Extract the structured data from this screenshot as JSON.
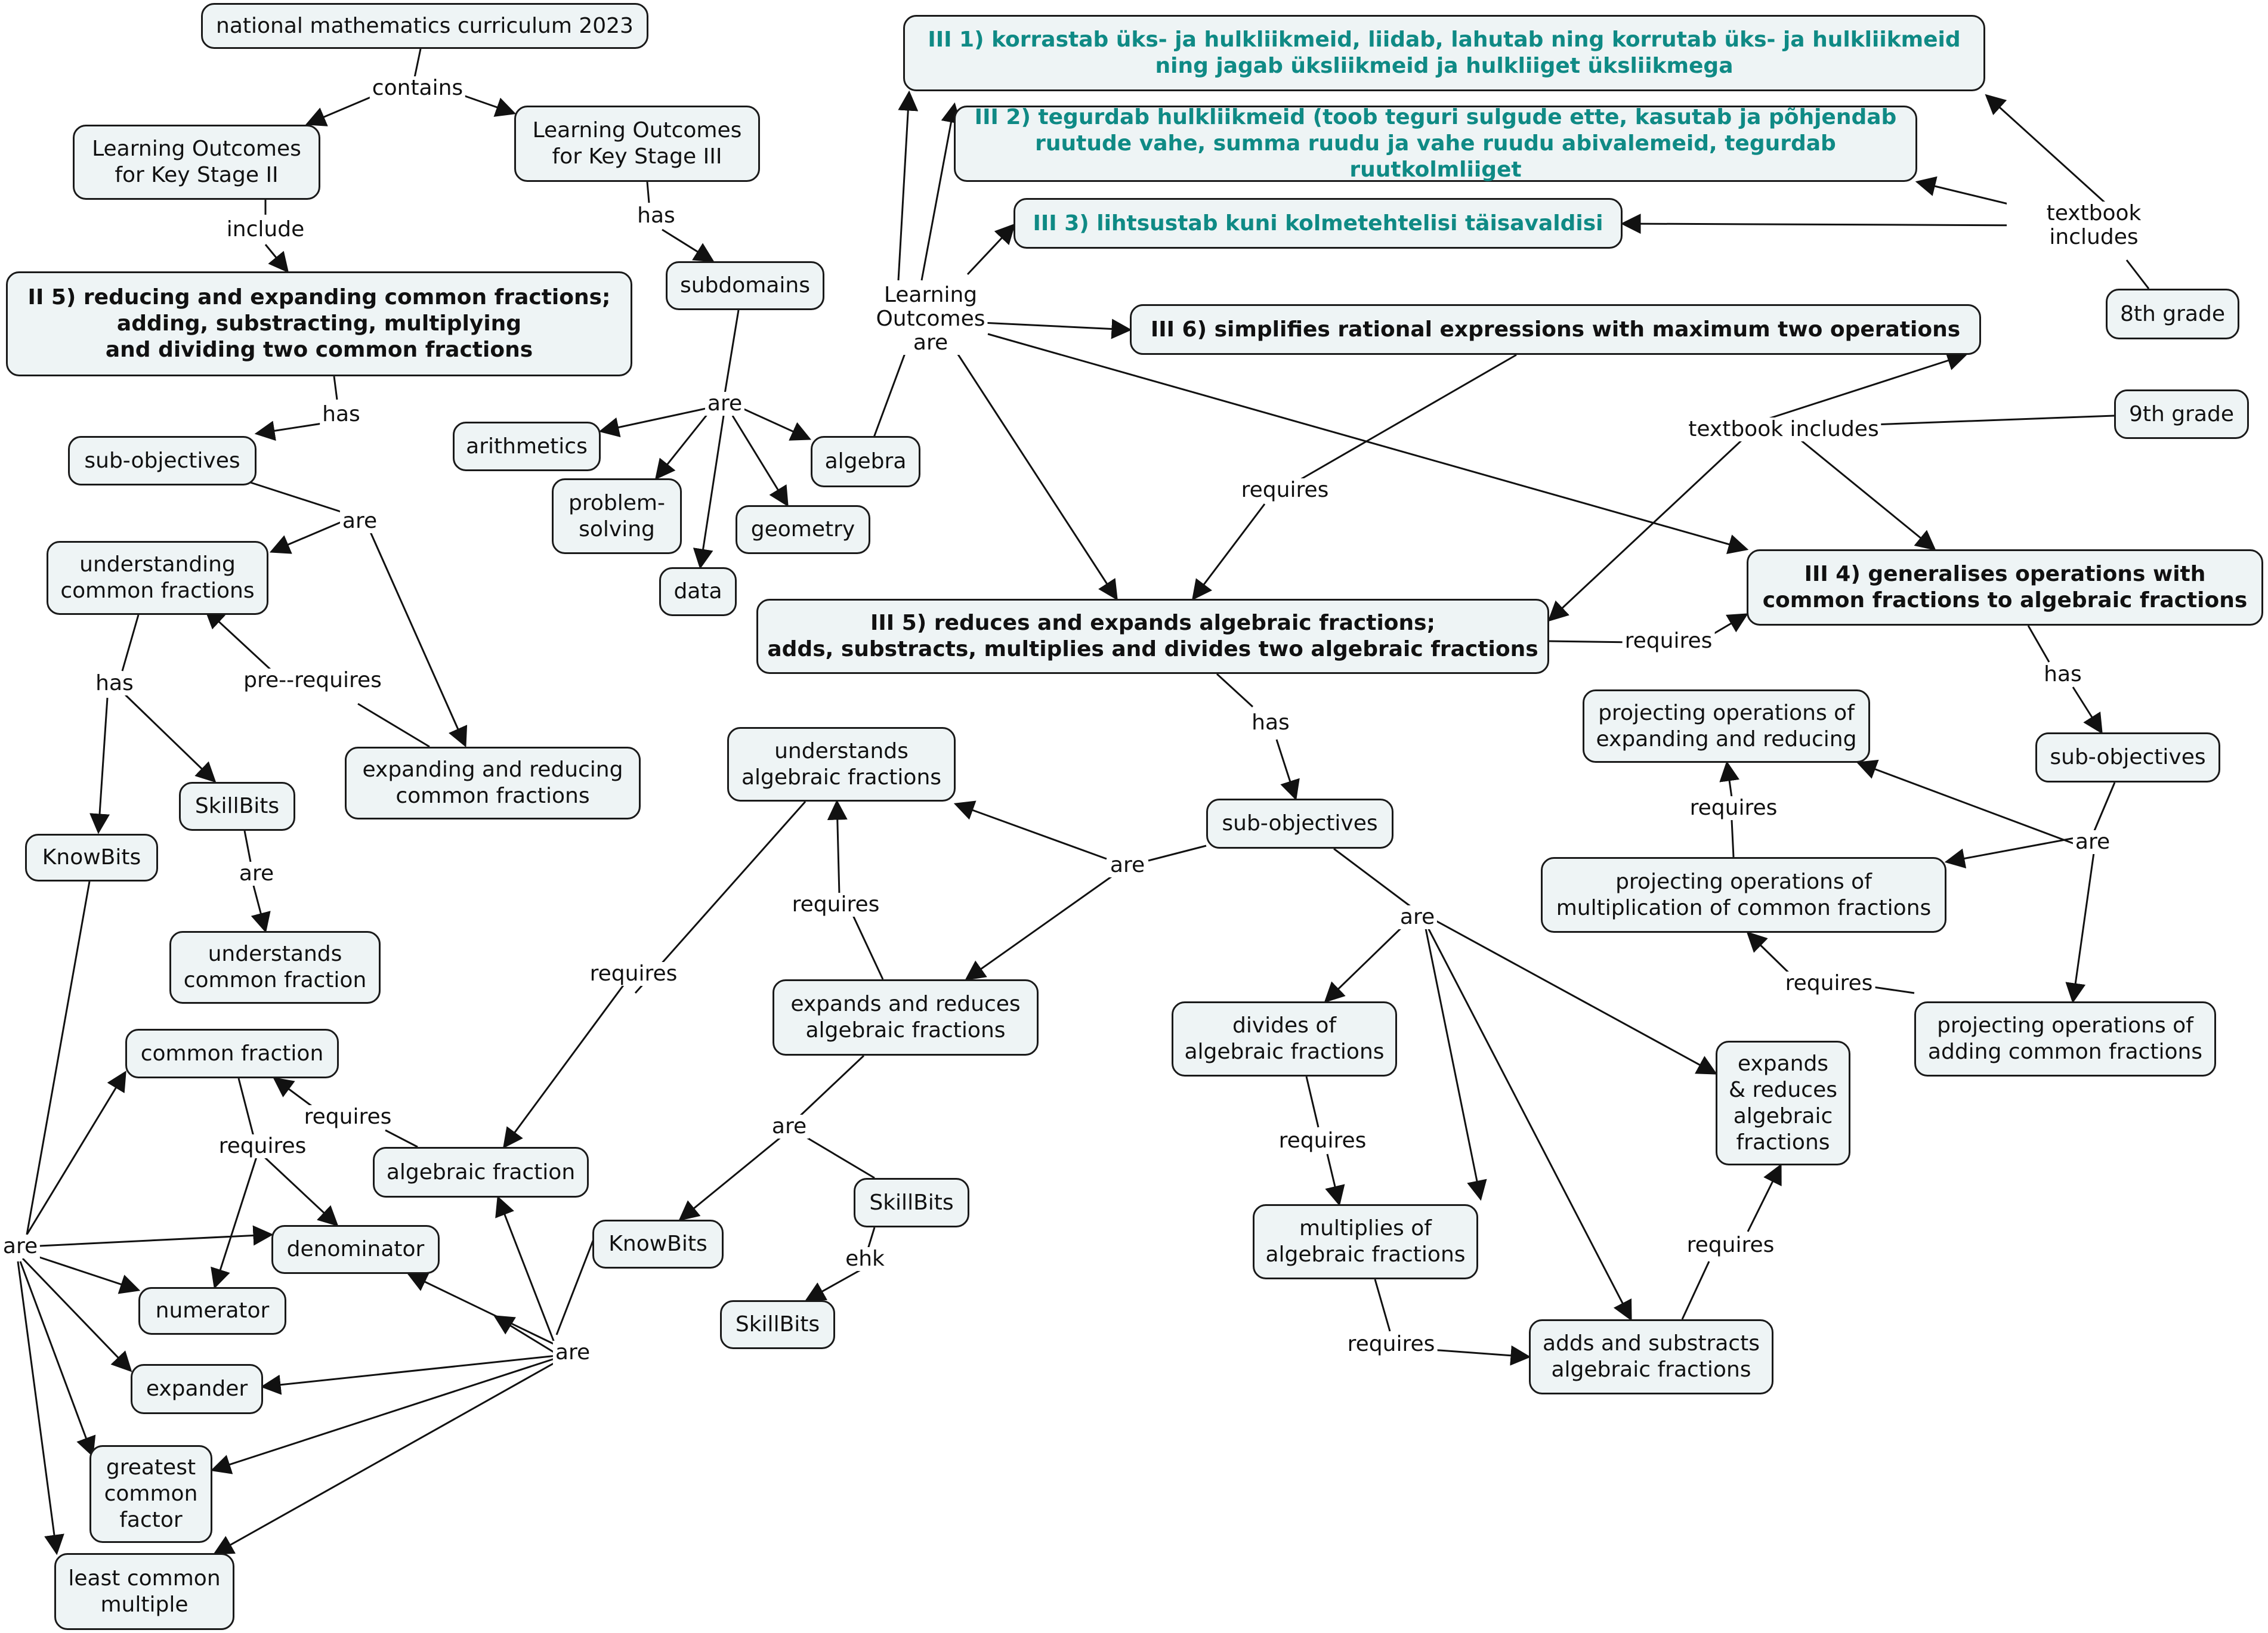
{
  "nodes": {
    "curriculum": "national mathematics curriculum 2023",
    "lo_ks2": "Learning Outcomes\nfor Key Stage II",
    "lo_ks3": "Learning Outcomes\nfor Key Stage III",
    "ii5": "II 5) reducing and expanding common fractions;\nadding, substracting, multiplying\nand dividing two common fractions",
    "subdomains": "subdomains",
    "arithmetics": "arithmetics",
    "problem_solving": "problem-\nsolving",
    "geometry": "geometry",
    "data": "data",
    "algebra": "algebra",
    "sub_obj_left": "sub-objectives",
    "understanding_cf": "understanding\ncommon fractions",
    "expanding_reducing_cf": "expanding and reducing\ncommon fractions",
    "knowbits_left": "KnowBits",
    "skillbits_left": "SkillBits",
    "understands_cf": "understands\ncommon fraction",
    "common_fraction": "common fraction",
    "denominator": "denominator",
    "numerator": "numerator",
    "expander": "expander",
    "gcf": "greatest\ncommon\nfactor",
    "lcm": "least common\nmultiple",
    "algebraic_fraction": "algebraic fraction",
    "understands_af": "understands\nalgebraic fractions",
    "expands_reduces_af": "expands and reduces\nalgebraic fractions",
    "knowbits_mid": "KnowBits",
    "skillbits_mid": "SkillBits",
    "skillbits_mid2": "SkillBits",
    "iii1": "III 1) korrastab üks- ja hulkliikmeid, liidab, lahutab ning korrutab üks- ja hulkliikmeid\nning jagab üksliikmeid ja hulkliiget üksliikmega",
    "iii2": "III 2) tegurdab hulkliikmeid (toob teguri sulgude ette, kasutab ja põhjendab\nruutude vahe, summa ruudu ja vahe ruudu abivalemeid, tegurdab ruutkolmliiget",
    "iii3": "III 3) lihtsustab kuni kolmetehtelisi täisavaldisi",
    "iii6": "III 6) simplifies rational expressions with maximum two operations",
    "iii5": "III 5) reduces and expands algebraic fractions;\nadds, substracts, multiplies and divides two algebraic fractions",
    "iii4": "III 4) generalises operations with\ncommon fractions to algebraic fractions",
    "grade8": "8th grade",
    "grade9": "9th grade",
    "sub_obj_mid": "sub-objectives",
    "divides_af": "divides of\nalgebraic fractions",
    "multiplies_af": "multiplies of\nalgebraic fractions",
    "adds_subs_af": "adds and substracts\nalgebraic fractions",
    "expands_reduces_af2": "expands\n& reduces\nalgebraic\nfractions",
    "sub_obj_right": "sub-objectives",
    "proj_expanding": "projecting operations of\nexpanding and reducing",
    "proj_mult": "projecting operations of\nmultiplication of common fractions",
    "proj_adding": "projecting operations of\nadding common fractions"
  },
  "link_labels": {
    "contains": "contains",
    "include": "include",
    "has_ks3": "has",
    "has_ii5": "has",
    "are_subdomains": "are",
    "lo_are": "Learning\nOutcomes\nare",
    "are_left_subobj": "are",
    "has_understanding": "has",
    "prerequires": "pre--requires",
    "are_skillbits_left": "are",
    "are_knowbits_left": "are",
    "requires_cf": "requires",
    "requires_af_cf": "requires",
    "are_lower_mid": "are",
    "requires_understands_af": "requires",
    "requires_expands_af": "requires",
    "are_mid_subobj": "are",
    "are_mid_knowskill": "are",
    "ehk": "ehk",
    "has_iii5": "has",
    "are_iii5_subobj": "are",
    "requires_divides": "requires",
    "requires_multiplies": "requires",
    "requires_adds": "requires",
    "requires_iii6": "requires",
    "requires_iii5": "requires",
    "textbook_8": "textbook includes",
    "textbook_9": "textbook includes",
    "has_iii4": "has",
    "are_right_subobj": "are",
    "requires_proj_exp": "requires",
    "requires_proj_mult": "requires"
  },
  "colors": {
    "node_fill": "#eef4f5",
    "node_border": "#1a1a1a",
    "teal_text": "#0f8a85",
    "line": "#111111"
  }
}
